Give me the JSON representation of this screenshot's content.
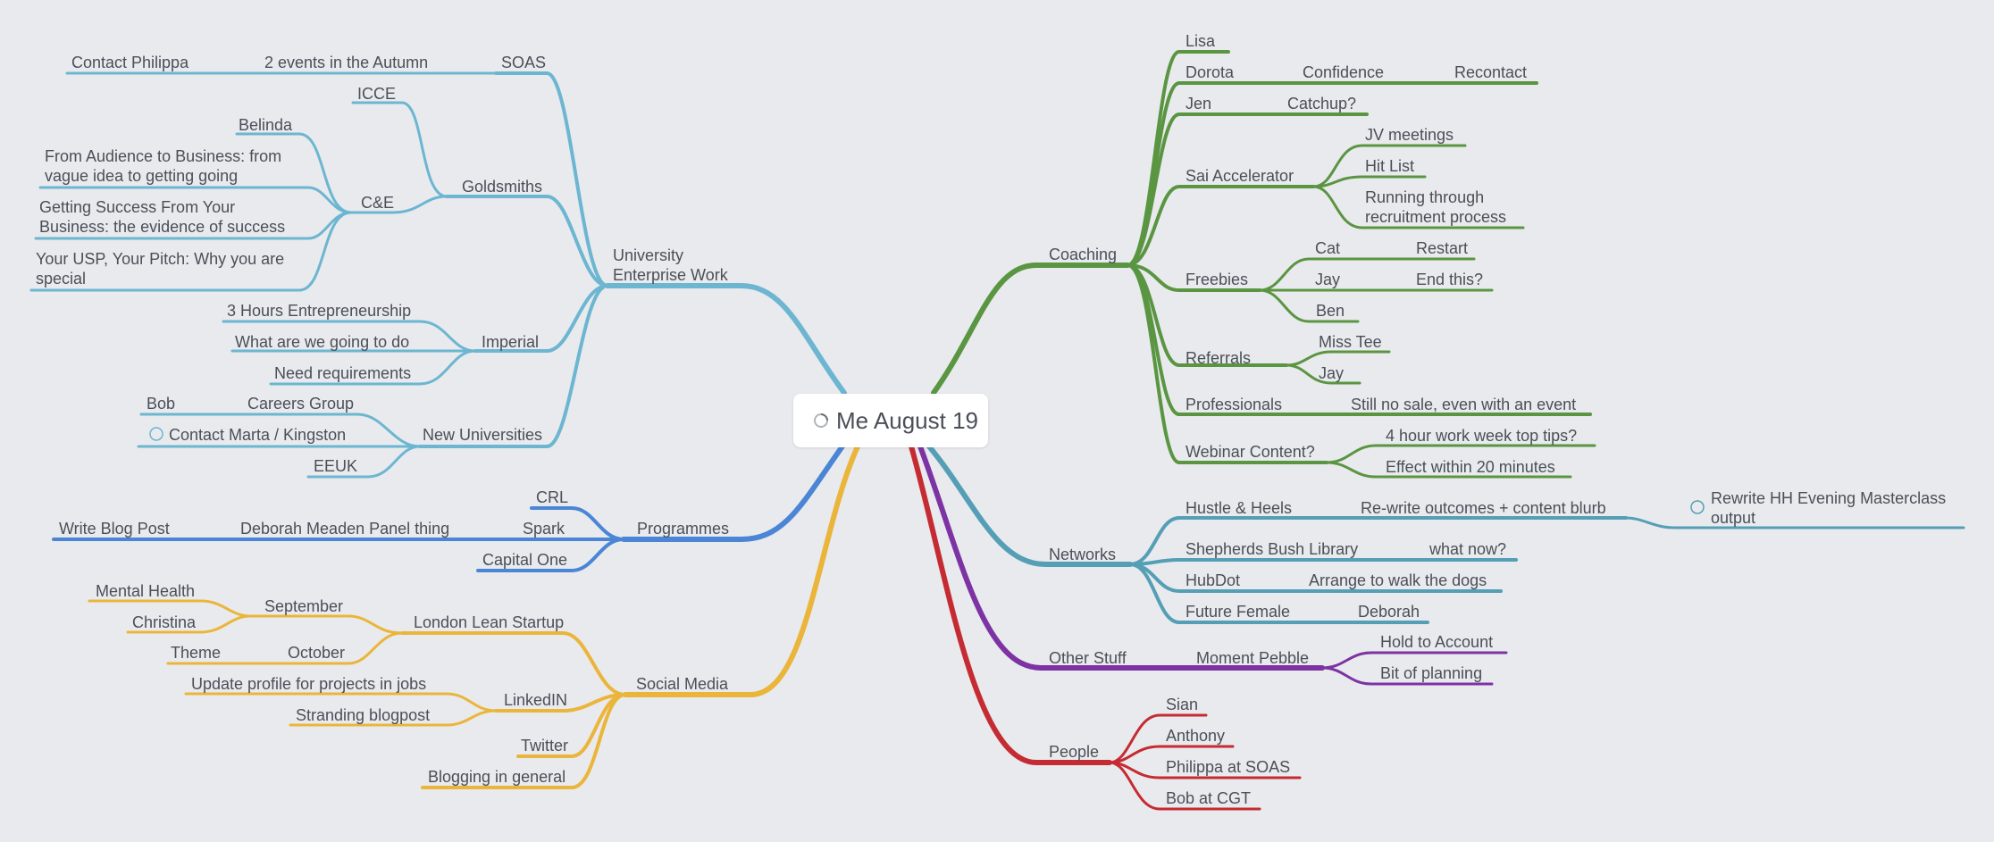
{
  "root": {
    "title": "Me August 19",
    "icon": "loader-icon"
  },
  "colors": {
    "uni": "#6cb6d1",
    "prog": "#4b85d6",
    "social": "#eab53a",
    "coach": "#5a9542",
    "net": "#559fb6",
    "other": "#7d33a4",
    "people": "#c52b32"
  },
  "branches": {
    "university": {
      "label": "University Enterprise Work",
      "soas": {
        "label": "SOAS",
        "events": "2 events in the Autumn",
        "contact": "Contact Philippa"
      },
      "goldsmiths": {
        "label": "Goldsmiths",
        "icce": "ICCE",
        "ce": {
          "label": "C&E",
          "items": [
            "Belinda",
            "From Audience to Business: from vague idea to getting going",
            "Getting Success From Your Business: the evidence of success",
            "Your USP, Your Pitch: Why you are special"
          ]
        }
      },
      "imperial": {
        "label": "Imperial",
        "items": [
          "3 Hours Entrepreneurship",
          "What are we going to do",
          "Need requirements"
        ]
      },
      "new_unis": {
        "label": "New Universities",
        "careers": "Careers Group",
        "bob": "Bob",
        "marta": "Contact Marta / Kingston",
        "eeuk": "EEUK"
      }
    },
    "programmes": {
      "label": "Programmes",
      "crl": "CRL",
      "spark": "Spark",
      "deborah": "Deborah Meaden Panel thing",
      "blog": "Write Blog Post",
      "capital": "Capital One"
    },
    "social": {
      "label": "Social Media",
      "lls": {
        "label": "London Lean Startup",
        "september": "September",
        "mental": "Mental Health",
        "christina": "Christina",
        "october": "October",
        "theme": "Theme"
      },
      "linkedin": {
        "label": "LinkedIN",
        "update": "Update profile for projects in jobs",
        "stranding": "Stranding blogpost"
      },
      "twitter": "Twitter",
      "blogging": "Blogging in general"
    },
    "coaching": {
      "label": "Coaching",
      "lisa": "Lisa",
      "dorota": "Dorota",
      "confidence": "Confidence",
      "recontact": "Recontact",
      "jen": "Jen",
      "catchup": "Catchup?",
      "sai": {
        "label": "Sai Accelerator",
        "jv": "JV meetings",
        "hit": "Hit List",
        "running": "Running through recruitment process"
      },
      "freebies": {
        "label": "Freebies",
        "cat": "Cat",
        "restart": "Restart",
        "jay": "Jay",
        "end": "End this?",
        "ben": "Ben"
      },
      "referrals": {
        "label": "Referrals",
        "miss": "Miss Tee",
        "jay": "Jay"
      },
      "professionals": {
        "label": "Professionals",
        "still": "Still no sale, even with an event"
      },
      "webinar": {
        "label": "Webinar Content?",
        "hour": "4 hour work week top tips?",
        "effect": "Effect within 20 minutes"
      }
    },
    "networks": {
      "label": "Networks",
      "hustle": {
        "label": "Hustle & Heels",
        "rewrite": "Re-write outcomes + content blurb",
        "rewrite_hh": "Rewrite HH Evening Masterclass output"
      },
      "shepherds": {
        "label": "Shepherds Bush Library",
        "what": "what now?"
      },
      "hubdot": {
        "label": "HubDot",
        "arrange": "Arrange to walk the dogs"
      },
      "future": {
        "label": "Future Female",
        "deborah": "Deborah"
      }
    },
    "other": {
      "label": "Other Stuff",
      "moment": {
        "label": "Moment Pebble",
        "hold": "Hold to Account",
        "bit": "Bit of planning"
      }
    },
    "people": {
      "label": "People",
      "items": [
        "Sian",
        "Anthony",
        "Philippa at SOAS",
        "Bob at CGT"
      ]
    }
  }
}
